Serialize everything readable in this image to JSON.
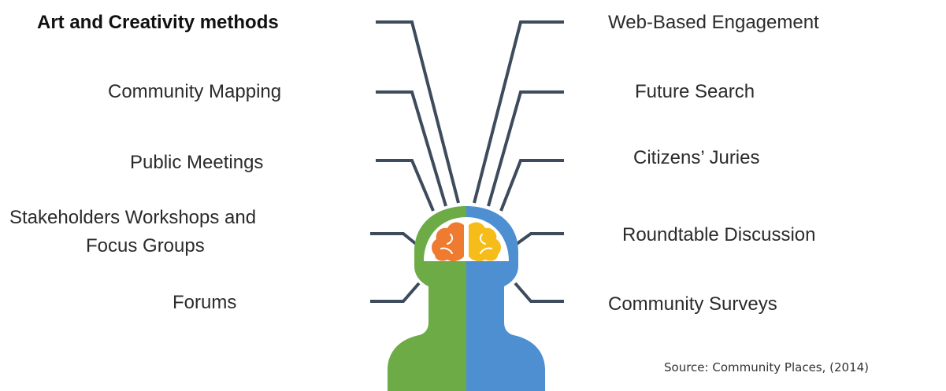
{
  "left_labels": [
    "Art and Creativity methods",
    "Community Mapping",
    "Public Meetings",
    "Stakeholders Workshops and",
    "Focus Groups",
    "Forums"
  ],
  "right_labels": [
    "Web-Based Engagement",
    "Future Search",
    "Citizens’ Juries",
    "Roundtable Discussion",
    "Community Surveys"
  ],
  "source": "Source: Community Places, (2014)",
  "colors": {
    "line": "#3d4b5c",
    "head_left": "#6cab45",
    "head_right": "#4d8fd1",
    "brain_left": "#ee7b30",
    "brain_right": "#f6bd1a",
    "skull_bg": "#ffffff"
  }
}
